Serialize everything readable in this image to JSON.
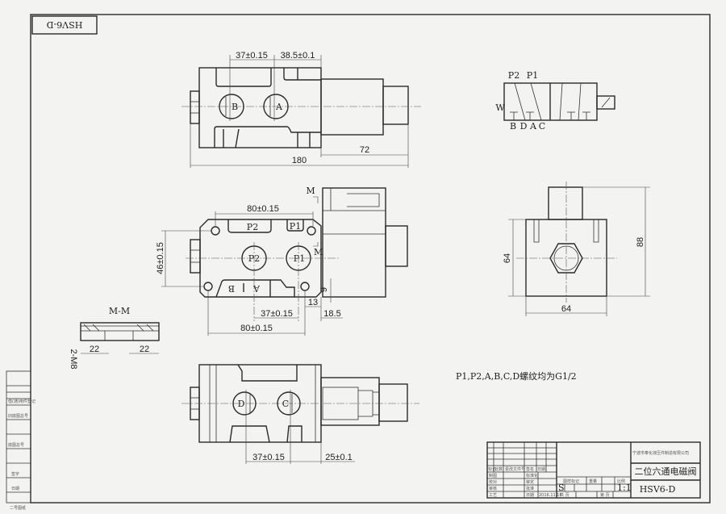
{
  "drawing_code": "HSV6-D",
  "sheet_size_note": "二号图纸",
  "top_view": {
    "dim_spacing": "37±0.15",
    "dim_offset": "38.5±0.1",
    "dim_solenoid": "72",
    "dim_total": "180",
    "port_b": "B",
    "port_a": "A"
  },
  "front_view": {
    "dim_top": "80±0.15",
    "dim_height": "46±0.15",
    "dim_spacing": "37±0.15",
    "dim_bottom": "80±0.15",
    "dim_13": "13",
    "dim_18_5": "18.5",
    "dim_9": "9",
    "section_mark": "M",
    "slot_p2": "P2",
    "slot_p1": "P1",
    "port_p2": "P2",
    "port_p1": "P1",
    "slot_b": "B",
    "slot_a": "A"
  },
  "side_view": {
    "dim_height_left": "64",
    "dim_height_right": "88",
    "dim_width": "64"
  },
  "section_mm": {
    "title": "M-M",
    "dim_left": "22",
    "dim_right": "22",
    "thread": "2-M8"
  },
  "bottom_view": {
    "dim_spacing": "37±0.15",
    "dim_offset": "25±0.1",
    "port_d": "D",
    "port_c": "C"
  },
  "symbol": {
    "label_p2": "P2",
    "label_p1": "P1",
    "label_spring": "W",
    "ports": [
      "B",
      "D",
      "A",
      "C"
    ]
  },
  "note": "P1,P2,A,B,C,D螺纹均为G1/2",
  "title_block": {
    "company": "宁波市奉化液压件制造有限公司",
    "product_name": "二位六通电磁阀",
    "product_code": "HSV6-D",
    "rev_headers": [
      "标记",
      "处数",
      "更改文件号",
      "签名",
      "日期"
    ],
    "roles_left": [
      "制图",
      "校对",
      "审核",
      "工艺"
    ],
    "roles_right": [
      "标准化",
      "审定",
      "批准",
      "日期"
    ],
    "date": "2016.11.16",
    "mark_headers": [
      "图样标记",
      "重量",
      "比例"
    ],
    "mark_value": "S",
    "scale": "1:1",
    "sheet_total": "共 页",
    "sheet_no": "第 页"
  },
  "margin_labels": [
    "借(通)用件登记",
    "旧底图总号",
    "底图总号",
    "签字",
    "日期"
  ]
}
